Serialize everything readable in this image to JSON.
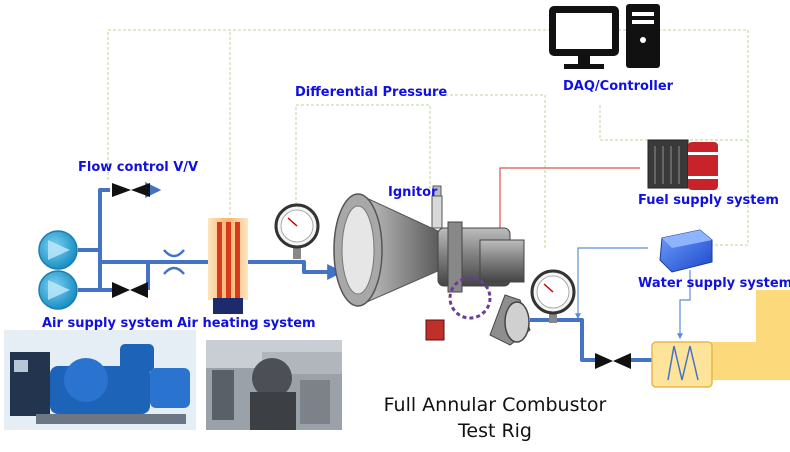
{
  "labels": {
    "daq_controller": "DAQ/Controller",
    "differential_pressure": "Differential Pressure",
    "flow_control_valve": "Flow control V/V",
    "ignitor": "Ignitor",
    "fuel_supply_system": "Fuel supply system",
    "water_supply_system": "Water supply system",
    "air_supply_system": "Air supply system",
    "air_heating_system": "Air heating system"
  },
  "caption": {
    "line1": "Full Annular Combustor",
    "line2": "Test Rig"
  },
  "colors": {
    "label_text": "#1010e0",
    "pipe": "#4472c4",
    "signal_line": "#b8d890",
    "fuel_line": "#e05050",
    "water_line": "#5b8fd6",
    "heater": "#d83a1e",
    "heater_glow": "#f6c98a",
    "pump": "#1fa4dc",
    "exhaust": "#fcd97a"
  }
}
